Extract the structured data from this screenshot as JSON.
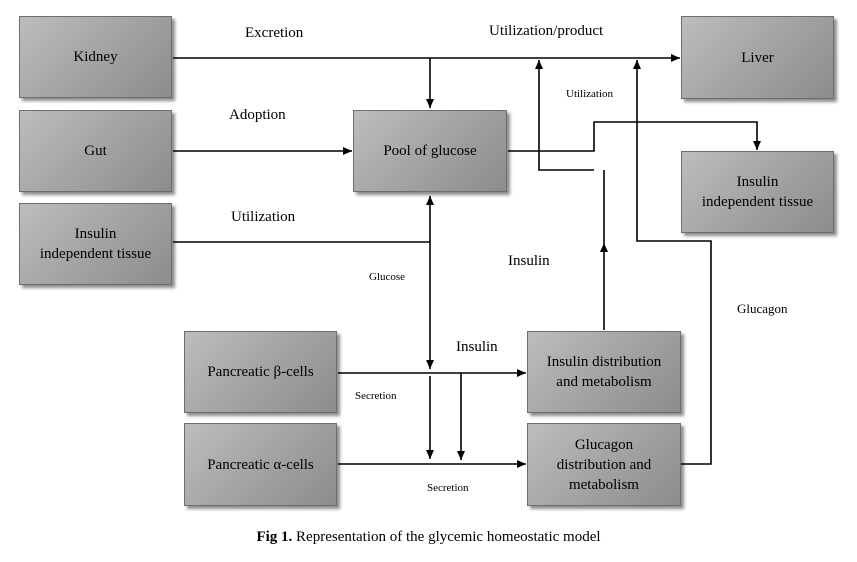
{
  "boxes": {
    "kidney": "Kidney",
    "gut": "Gut",
    "insulin_tissue_left": [
      "Insulin",
      "independent tissue"
    ],
    "pool": "Pool of glucose",
    "liver": "Liver",
    "insulin_tissue_right": [
      "Insulin",
      "independent tissue"
    ],
    "beta_cells": "Pancreatic β-cells",
    "alpha_cells": "Pancreatic α-cells",
    "insulin_dist": [
      "Insulin distribution",
      "and metabolism"
    ],
    "glucagon_dist": [
      "Glucagon",
      "distribution and",
      "metabolism"
    ]
  },
  "labels": {
    "excretion": "Excretion",
    "utilization_product": "Utilization/product",
    "adoption": "Adoption",
    "utilization_small": "Utilization",
    "utilization": "Utilization",
    "glucose": "Glucose",
    "insulin_mid": "Insulin",
    "insulin_low": "Insulin",
    "glucagon": "Glucagon",
    "secretion_1": "Secretion",
    "secretion_2": "Secretion"
  },
  "caption": {
    "prefix": "Fig 1.",
    "text": " Representation of the glycemic homeostatic model"
  }
}
